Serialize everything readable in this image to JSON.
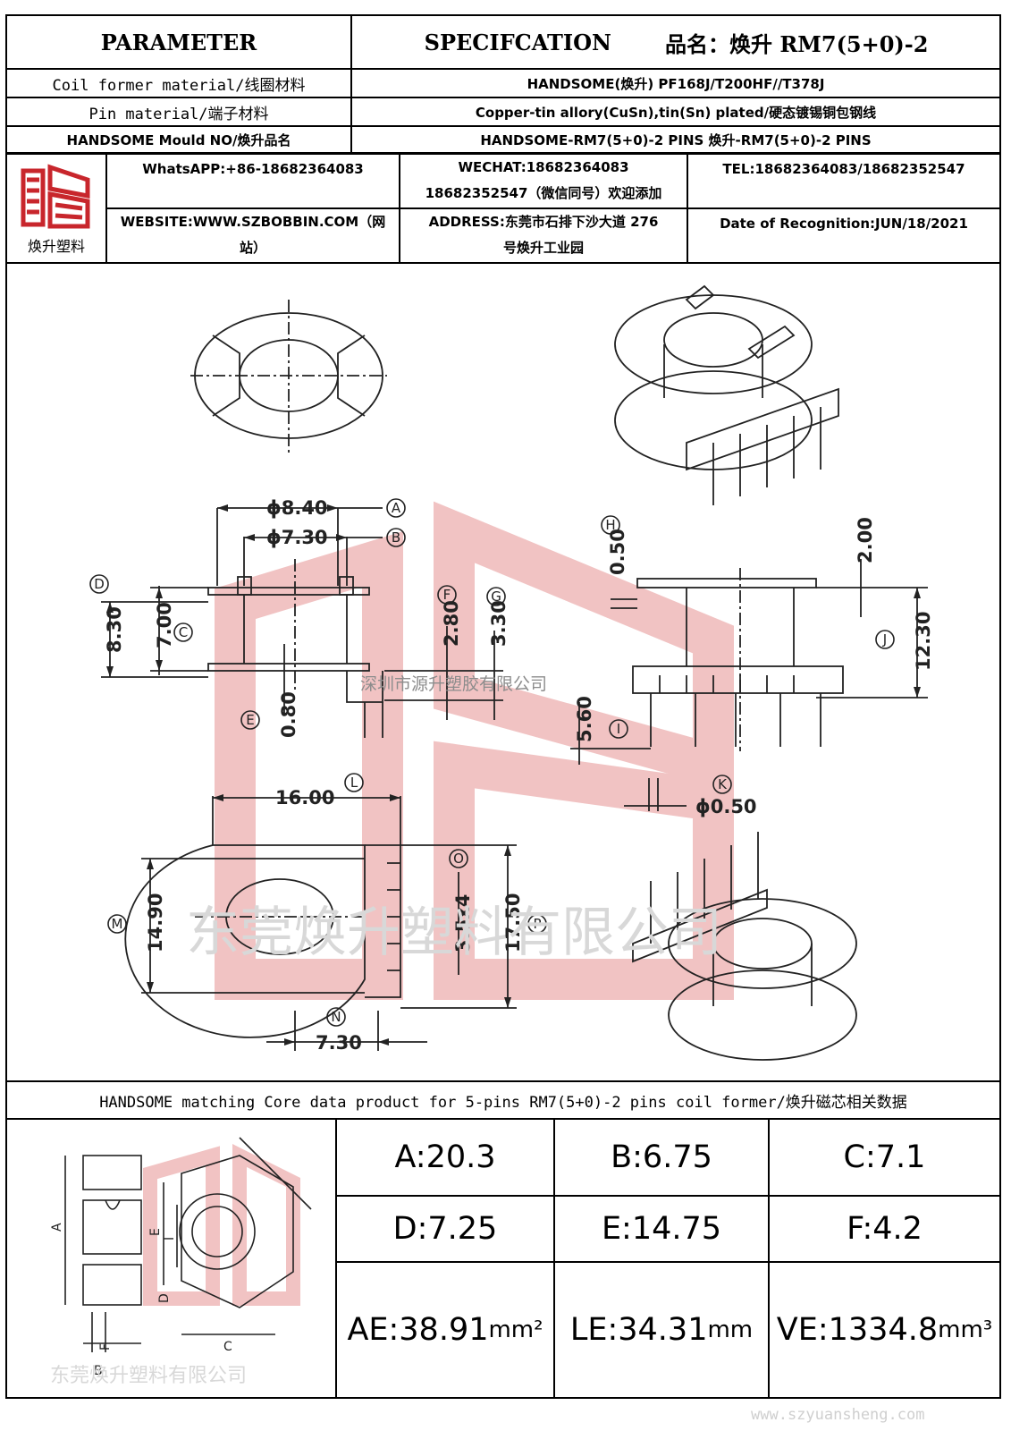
{
  "header": {
    "parameter": "PARAMETER",
    "specification": "SPECIFCATION",
    "product_name_label": "品名：焕升 RM7(5+0)-2"
  },
  "rows": [
    {
      "label": "Coil former material/线圈材料",
      "value": "HANDSOME(焕升)   PF168J/T200HF//T378J"
    },
    {
      "label": "Pin material/端子材料",
      "value": "Copper-tin allory(CuSn),tin(Sn) plated/硬态镀锡铜包钢线"
    },
    {
      "label": "HANDSOME Mould NO/焕升品名",
      "value": "HANDSOME-RM7(5+0)-2 PINS    焕升-RM7(5+0)-2 PINS"
    }
  ],
  "company": {
    "logo_caption": "焕升塑料",
    "whatsapp": "WhatsAPP:+86-18682364083",
    "wechat_line1": "WECHAT:18682364083",
    "wechat_line2": "18682352547（微信同号）欢迎添加",
    "tel": "TEL:18682364083/18682352547",
    "website_line1": "WEBSITE:WWW.SZBOBBIN.COM（网",
    "website_line2": "站）",
    "address_line1": "ADDRESS:东莞市石排下沙大道 276",
    "address_line2": "号焕升工业园",
    "date": "Date of Recognition:JUN/18/2021"
  },
  "drawing": {
    "watermark_top": "深圳市源升塑胶有限公司",
    "watermark_bottom": "东莞焕升塑料有限公司",
    "dims": {
      "A": "ϕ8.40",
      "B": "ϕ7.30",
      "D": "8.30",
      "C": "7.00",
      "E": "0.80",
      "F": "2.80",
      "G": "3.30",
      "H": "0.50",
      "H2": "2.00",
      "J": "12.30",
      "I": "5.60",
      "K": "ϕ0.50",
      "L": "16.00",
      "M": "14.90",
      "O": "3.5x4",
      "P": "17.50",
      "N": "7.30"
    },
    "markers": [
      "A",
      "B",
      "C",
      "D",
      "E",
      "F",
      "G",
      "H",
      "I",
      "J",
      "K",
      "L",
      "M",
      "N",
      "O",
      "P"
    ]
  },
  "core_section": {
    "title": "HANDSOME matching Core data  product for 5-pins RM7(5+0)-2 pins coil former/焕升磁芯相关数据",
    "drawing_watermark": "东莞焕升塑料有限公司",
    "drawing_letters": [
      "A",
      "B",
      "F",
      "E",
      "I",
      "D",
      "C"
    ],
    "params": [
      [
        {
          "text": "A:20.3",
          "unit": ""
        },
        {
          "text": "B:6.75",
          "unit": ""
        },
        {
          "text": "C:7.1",
          "unit": ""
        }
      ],
      [
        {
          "text": "D:7.25",
          "unit": ""
        },
        {
          "text": "E:14.75",
          "unit": ""
        },
        {
          "text": "F:4.2",
          "unit": ""
        }
      ],
      [
        {
          "text": "AE:38.91",
          "unit": "mm²"
        },
        {
          "text": "LE:34.31",
          "unit": "mm"
        },
        {
          "text": "VE:1334.8",
          "unit": "mm³"
        }
      ]
    ]
  },
  "footer_watermark": "www.szyuansheng.com",
  "colors": {
    "logo_red": "#c8262c",
    "watermark_red": "#e9a0a0",
    "line": "#000000"
  }
}
